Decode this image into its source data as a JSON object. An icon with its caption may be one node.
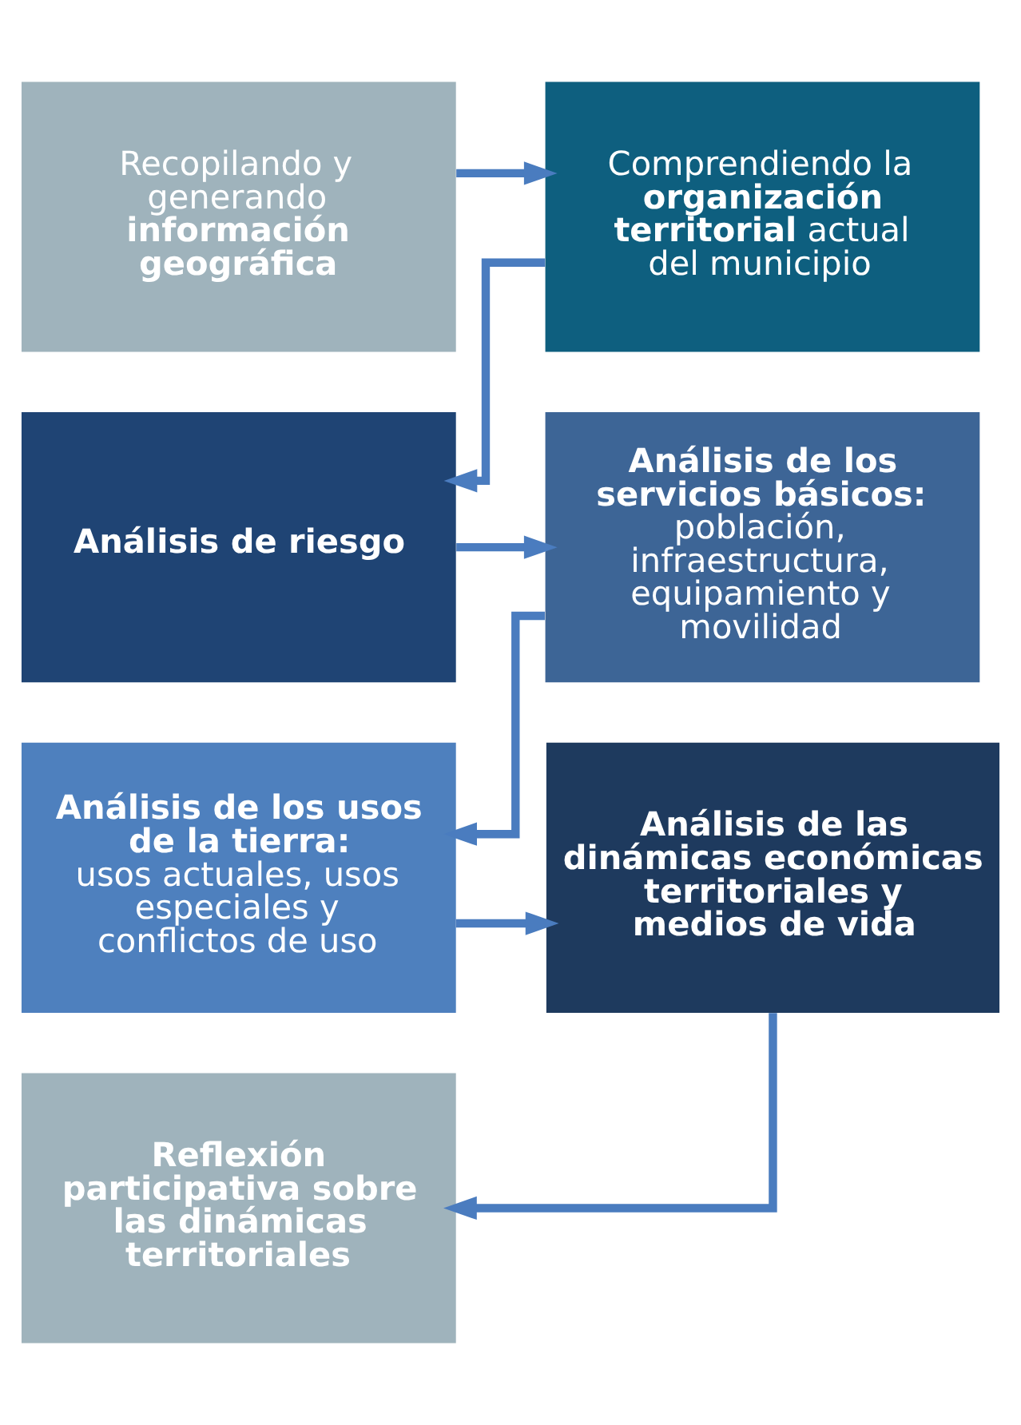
{
  "diagram": {
    "nodes": [
      {
        "text": [
          "Recopilando y generando **información geográfica**"
        ]
      },
      {
        "text": [
          "Comprendiendo la **organización territorial** actual del municipio"
        ]
      },
      {
        "text": [
          "Análisis de riesgo"
        ]
      },
      {
        "text": [
          "Análisis de los servicios básicos:",
          "población, infraestructura, equipamiento y movilidad"
        ]
      },
      {
        "text": [
          "Análisis de los usos de la tierra:",
          "usos actuales, usos especiales y conflictos de uso"
        ]
      },
      {
        "text": [
          "Análisis de las dinámicas económicas territoriales y medios de vida"
        ]
      },
      {
        "text": [
          "Reflexión participativa sobre las dinámicas territoriales"
        ]
      }
    ],
    "edges": [
      {
        "from": 0,
        "to": 1,
        "arrow": "to"
      },
      {
        "from": 1,
        "to": 2,
        "arrow": "to"
      },
      {
        "from": 2,
        "to": 3,
        "arrow": "to"
      },
      {
        "from": 3,
        "to": 4,
        "arrow": "to"
      },
      {
        "from": 4,
        "to": 5,
        "arrow": "to"
      },
      {
        "from": 5,
        "to": 6,
        "arrow": "to"
      }
    ]
  }
}
